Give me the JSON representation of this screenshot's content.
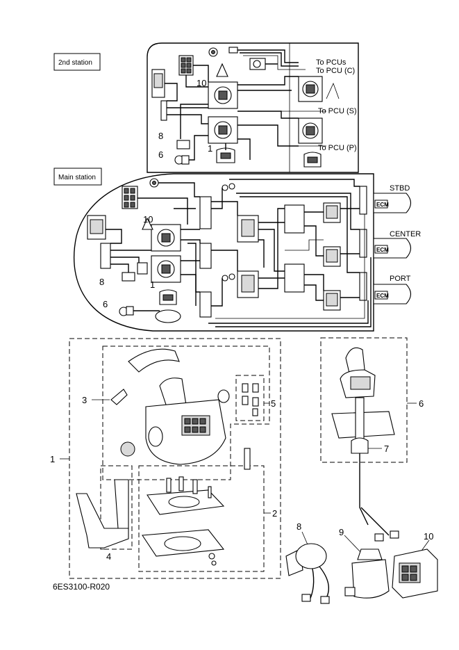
{
  "diagram": {
    "code": "6ES3100-R020",
    "second_station": {
      "label": "2nd station",
      "to_pcus": "To PCUs",
      "to_pcu_c": "To PCU (C)",
      "to_pcu_s": "To PCU (S)",
      "to_pcu_p": "To PCU (P)",
      "callouts": [
        "10",
        "8",
        "6",
        "1"
      ]
    },
    "main_station": {
      "label": "Main station",
      "stbd": "STBD",
      "center": "CENTER",
      "port": "PORT",
      "ecm": "ECM",
      "callouts": [
        "10",
        "8",
        "6",
        "1"
      ]
    },
    "parts": {
      "p1": "1",
      "p2": "2",
      "p3": "3",
      "p4": "4",
      "p5": "5",
      "p6": "6",
      "p7": "7",
      "p8": "8",
      "p9": "9",
      "p10": "10"
    }
  }
}
